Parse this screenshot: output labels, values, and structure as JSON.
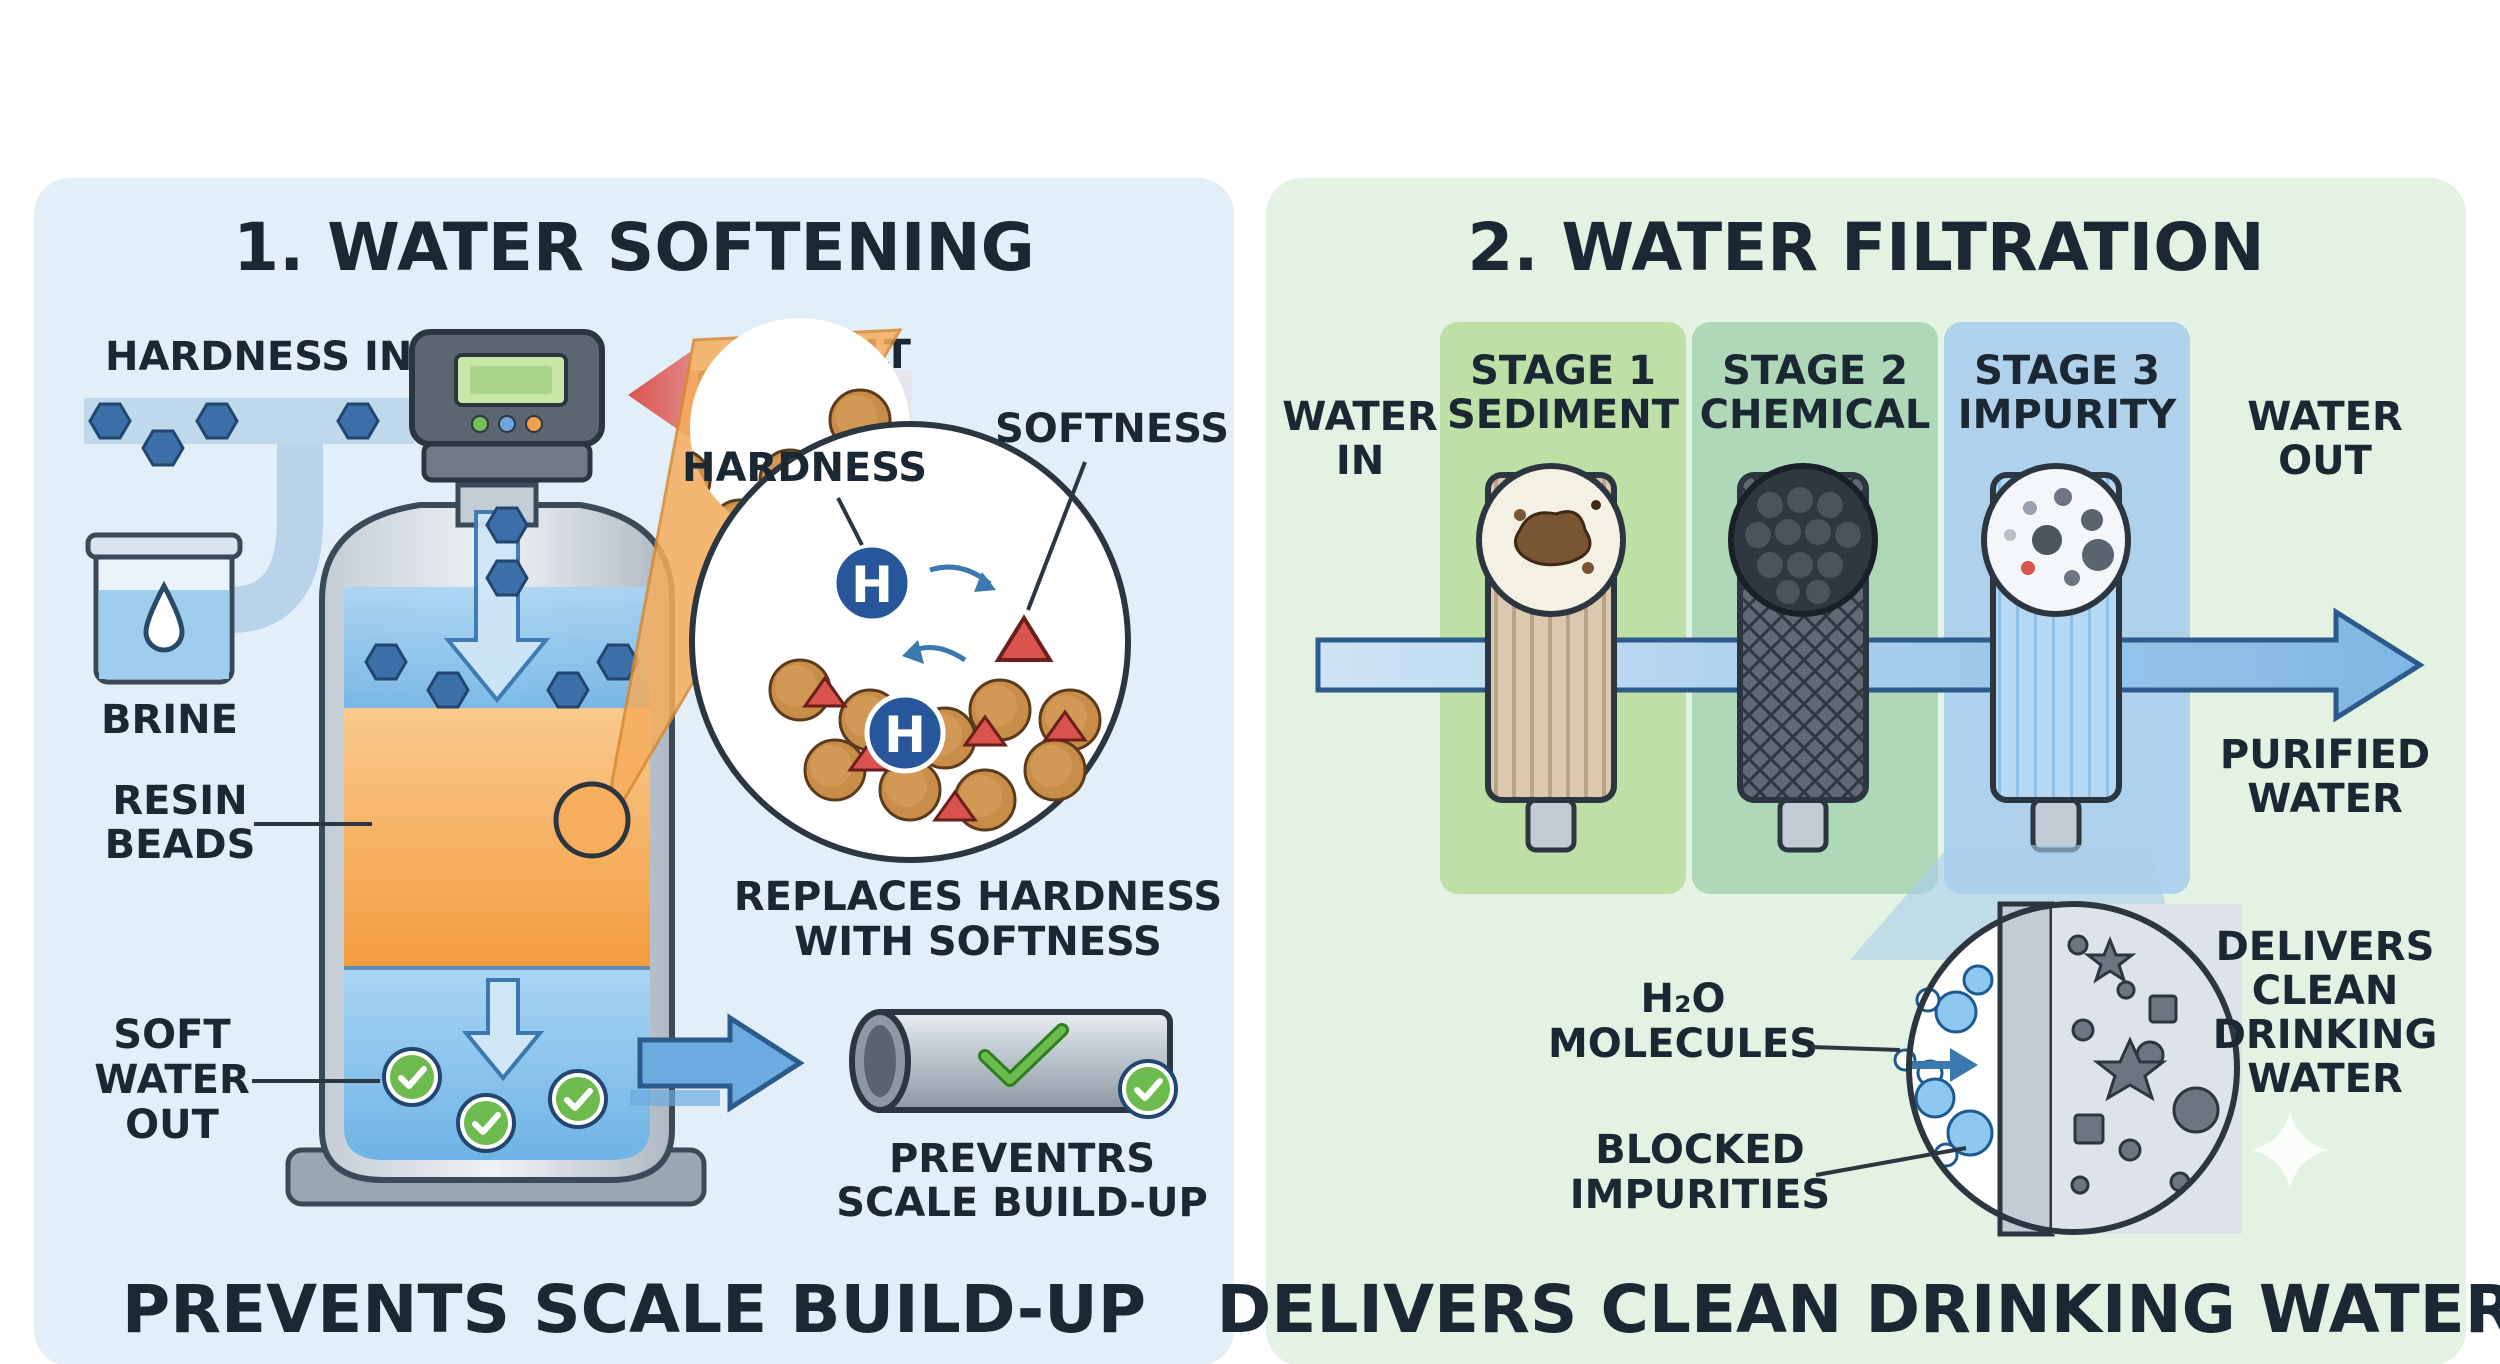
{
  "softening": {
    "title": "1. WATER SOFTENING",
    "labels": {
      "hardness_in": "HARDNESS IN",
      "salt": "SALT",
      "softness": "SOFTNESS",
      "hardness": "HARDNESS",
      "brine": "BRINE",
      "resin_1": "RESIN",
      "resin_2": "BEADS",
      "replaces_1": "REPLACES HARDNESS",
      "replaces_2": "WITH SOFTNESS",
      "soft_1": "SOFT",
      "soft_2": "WATER",
      "soft_3": "OUT",
      "pipe_1": "PREVENTRS",
      "pipe_2": "SCALE BUILD-UP",
      "h_symbol": "H"
    },
    "footer": "PREVENTS SCALE BUILD-UP"
  },
  "filtration": {
    "title": "2. WATER FILTRATION",
    "labels": {
      "water_in_1": "WATER",
      "water_in_2": "IN",
      "water_out_1": "WATER",
      "water_out_2": "OUT",
      "purified_1": "PURIFIED",
      "purified_2": "WATER",
      "delivers_1": "DELIVERS",
      "delivers_2": "CLEAN",
      "delivers_3": "DRINKING",
      "delivers_4": "WATER",
      "h2o": "H₂O",
      "molecules": "MOLECULES",
      "blocked_1": "BLOCKED",
      "blocked_2": "IMPURITIES"
    },
    "stages": [
      {
        "line1": "STAGE 1",
        "line2": "SEDIMENT"
      },
      {
        "line1": "STAGE 2",
        "line2": "CHEMICAL"
      },
      {
        "line1": "STAGE 3",
        "line2": "IMPURITY"
      }
    ],
    "footer": "DELIVERS CLEAN DRINKING WATER"
  },
  "colors": {
    "left_panel": "#e2eef8",
    "right_panel": "#e4f2e3",
    "resin": "#f6ad5c",
    "water": "#8fc7ee",
    "hex_blue": "#3d6fa8",
    "check_green": "#5ca843",
    "salt_green": "#4caf50",
    "arrow_red": "#d9534f"
  }
}
